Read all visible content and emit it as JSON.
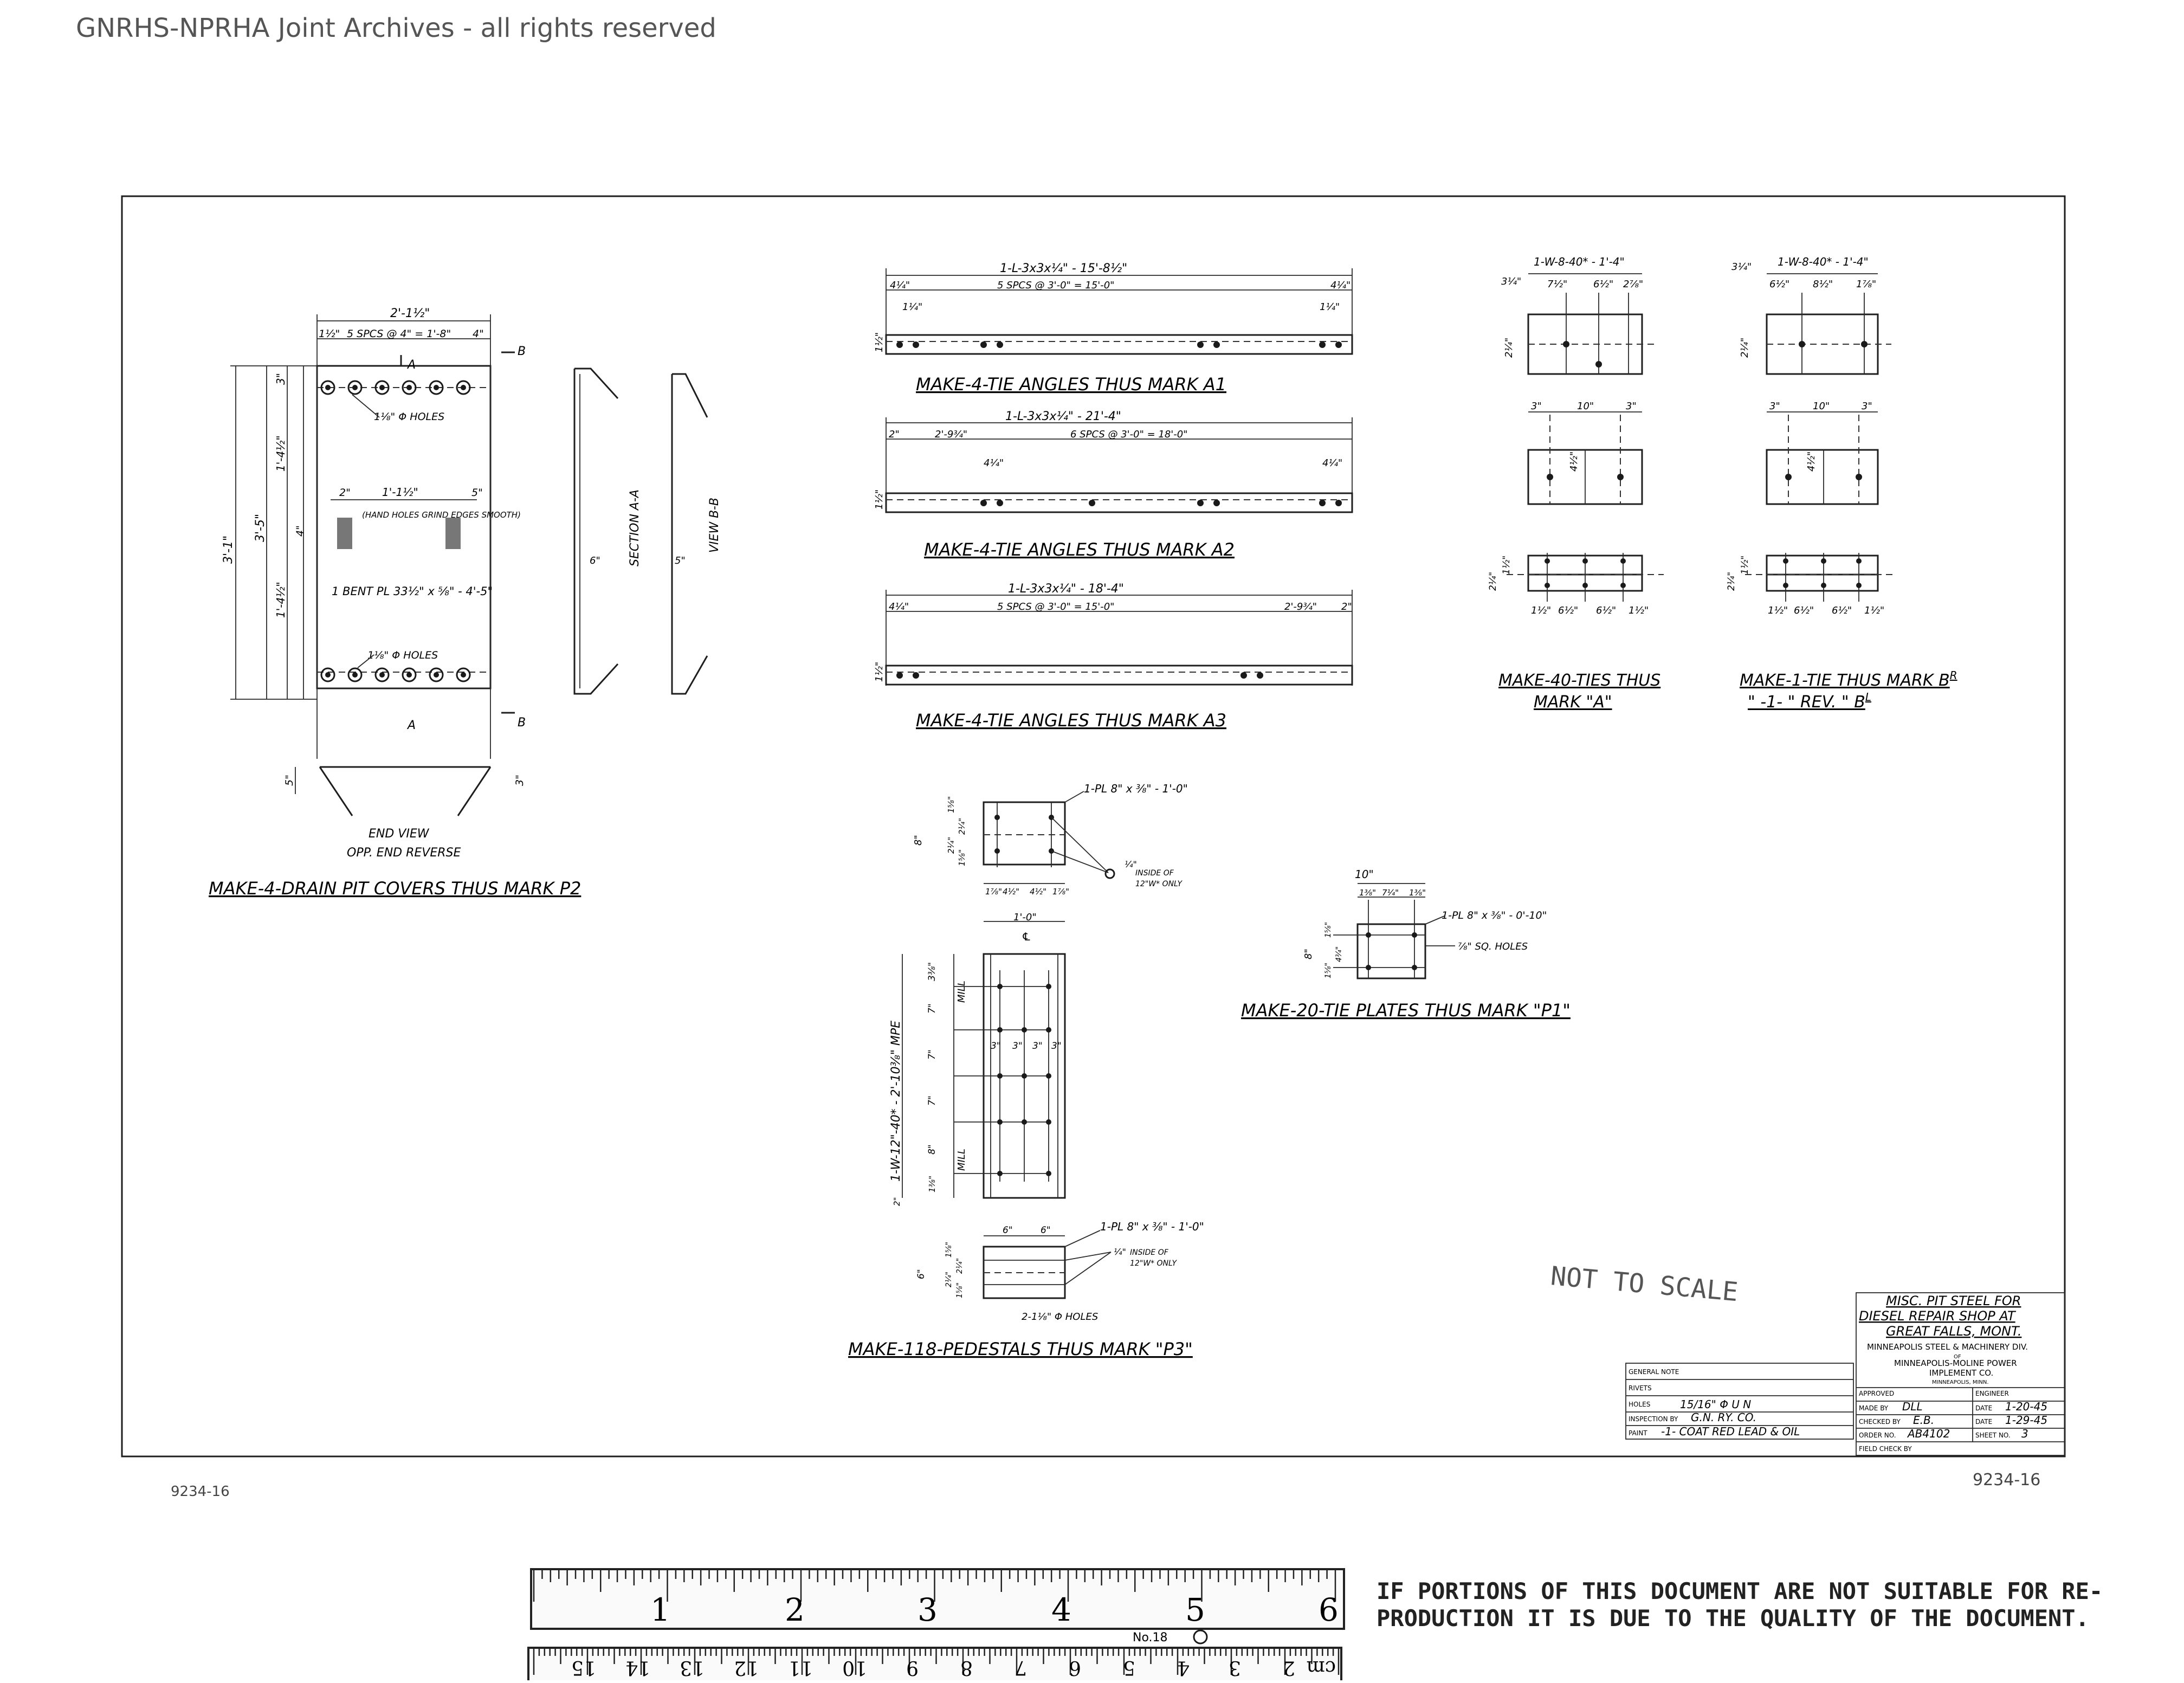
{
  "header": {
    "watermark": "GNRHS-NPRHA Joint Archives - all rights reserved"
  },
  "drawing_number_left": "9234-16",
  "drawing_number_right": "9234-16",
  "stamp": "NOT TO SCALE",
  "reproduction_notice": {
    "line1": "IF PORTIONS OF THIS DOCUMENT ARE NOT SUITABLE FOR RE-",
    "line2": "PRODUCTION IT IS DUE TO THE QUALITY OF THE DOCUMENT."
  },
  "ruler": {
    "inch_labels": [
      "1",
      "2",
      "3",
      "4",
      "5",
      "6"
    ],
    "cm_labels": [
      "cm",
      "2",
      "3",
      "4",
      "5",
      "6",
      "7",
      "8",
      "9",
      "10",
      "11",
      "12",
      "13",
      "14",
      "15"
    ],
    "maker_label": "No.18"
  },
  "drain_pit": {
    "caption": "MAKE-4-DRAIN PIT COVERS THUS MARK P2",
    "overall_width": "2'-1½\"",
    "top_spacing": "5 SPCS @ 4\" = 1'-8\"",
    "dim_left_top": "1½\"",
    "dim_right_top": "4\"",
    "overall_height": "3'-1\"",
    "height_mid": "3'-5\"",
    "dim_1_4_top": "1'-4½\"",
    "dim_1_4_bottom": "1'-4½\"",
    "dim_3": "3\"",
    "dim_mid_width": "1'-1½\"",
    "dim_2": "2\"",
    "dim_5": "5\"",
    "dim_4": "4\"",
    "hand_holes_note": "(HAND HOLES GRIND EDGES SMOOTH)",
    "plate_note": "1 BENT PL 33½\" x ⅝\" - 4'-5\"",
    "holes_note_top": "1⅛\" Φ HOLES",
    "holes_note_bottom": "1⅛\" Φ HOLES",
    "section_mark_a": "A",
    "section_mark_b": "B",
    "section_aa": "SECTION A-A",
    "view_bb": "VIEW B-B",
    "end_view": "END VIEW",
    "end_view_note": "OPP. END REVERSE",
    "dim_6": "6\"",
    "dim_end_5": "5\"",
    "dim_end_3": "3\""
  },
  "tie_a1": {
    "caption": "MAKE-4-TIE ANGLES THUS MARK A1",
    "member": "1-L-3x3x¼\" - 15'-8½\"",
    "spacing": "5 SPCS @ 3'-0\" = 15'-0\"",
    "dim_end": "4¼\"",
    "dim_gauge": "1¼\"",
    "dim_leg": "1½\""
  },
  "tie_a2": {
    "caption": "MAKE-4-TIE ANGLES THUS MARK A2",
    "member": "1-L-3x3x¼\" - 21'-4\"",
    "spacing": "6 SPCS @ 3'-0\" = 18'-0\"",
    "dim_left": "2\"",
    "dim_left2": "2'-9¾\"",
    "dim_end": "4¼\"",
    "dim_leg": "1½\""
  },
  "tie_a3": {
    "caption": "MAKE-4-TIE ANGLES THUS MARK A3",
    "member": "1-L-3x3x¼\" - 18'-4\"",
    "spacing": "5 SPCS @ 3'-0\" = 15'-0\"",
    "dim_left": "4¼\"",
    "dim_right": "2'-9¾\"",
    "dim_right2": "2\"",
    "dim_leg": "1½\""
  },
  "tie_a": {
    "caption_line1": "MAKE-40-TIES THUS",
    "caption_line2": "MARK \"A\"",
    "member": "1-W-8-40* - 1'-4\"",
    "dims_top": [
      "7½\"",
      "6½\"",
      "2⅞\""
    ],
    "dim_side": "3¼\"",
    "dim_web": "2¼\"",
    "dims_plan": [
      "3\"",
      "10\"",
      "3\""
    ],
    "dim_plan_side": "4½\"",
    "dims_bottom": [
      "1½\"",
      "6½\"",
      "6½\"",
      "1½\""
    ],
    "dims_flange": [
      "2¼\"",
      "1½\""
    ]
  },
  "tie_b": {
    "caption_line1": "MAKE-1-TIE THUS MARK B",
    "caption_sup1": "R",
    "caption_line2": "\" -1- \" REV. \" B",
    "caption_sup2": "L",
    "member": "1-W-8-40* - 1'-4\"",
    "dim_side": "3¼\"",
    "dims_top": [
      "6½\"",
      "8½\"",
      "1⅞\""
    ],
    "dim_web": "2¼\"",
    "dims_plan": [
      "3\"",
      "10\"",
      "3\""
    ],
    "dim_plan_side": "4½\"",
    "dims_bottom": [
      "1½\"",
      "6½\"",
      "6½\"",
      "1½\""
    ],
    "dims_flange": [
      "2¼\"",
      "1½\""
    ]
  },
  "pedestal": {
    "caption": "MAKE-118-PEDESTALS THUS MARK \"P3\"",
    "top_plate": "1-PL 8\" x ⅜\" - 1'-0\"",
    "top_note1": "¼\"",
    "top_note2": "INSIDE OF",
    "top_note3": "12\"W* ONLY",
    "dim_8": "8\"",
    "dims_side_top": [
      "1⅝\"",
      "2¼\"",
      "2¼\"",
      "1⅝\""
    ],
    "dims_top_row": [
      "1⅞\"",
      "4½\"",
      "4½\"",
      "1⅞\""
    ],
    "dim_1_0": "1'-0\"",
    "mark_c": "℄",
    "column_member": "1-W-12\"-40* - 2'-10⅜\" MPE",
    "mill_top": "MILL",
    "mill_bottom": "MILL",
    "dims_col_side": [
      "3⅜\"",
      "7\"",
      "7\"",
      "7\"",
      "8\"",
      "1⅜\"",
      "2\""
    ],
    "dims_col_width": [
      "3\"",
      "3\"",
      "3\"",
      "3\""
    ],
    "bottom_plate": "1-PL 8\" x ⅜\" - 1'-0\"",
    "bottom_dims_top": [
      "6\"",
      "6\""
    ],
    "dims_side_bottom": [
      "1⅝\"",
      "2¼\"",
      "2¼\"",
      "1⅝\""
    ],
    "dim_bottom_6": "6\"",
    "bottom_note1": "¼\"",
    "bottom_note2": "INSIDE OF",
    "bottom_note3": "12\"W* ONLY",
    "holes": "2-1⅛\" Φ HOLES"
  },
  "tie_plate": {
    "caption": "MAKE-20-TIE PLATES THUS MARK \"P1\"",
    "width": "10\"",
    "dims_top": [
      "1⅜\"",
      "7¼\"",
      "1⅜\""
    ],
    "member": "1-PL 8\" x ⅜\" - 0'-10\"",
    "holes": "⅞\" SQ. HOLES",
    "dim_8": "8\"",
    "dims_side": [
      "1⅝\"",
      "4¾\"",
      "1⅝\""
    ]
  },
  "title_block": {
    "title1": "MISC. PIT STEEL FOR",
    "title2": "DIESEL REPAIR SHOP AT",
    "title3": "GREAT FALLS, MONT.",
    "company1": "MINNEAPOLIS STEEL & MACHINERY DIV.",
    "company_of": "OF",
    "company2": "MINNEAPOLIS-MOLINE POWER",
    "company3": "IMPLEMENT CO.",
    "company4": "MINNEAPOLIS, MINN.",
    "general_note": "GENERAL NOTE",
    "rivets_label": "RIVETS",
    "holes_label": "HOLES",
    "holes_value": "15/16\" Φ U N",
    "inspection_label": "INSPECTION BY",
    "inspection_value": "G.N. RY. CO.",
    "paint_label": "PAINT",
    "paint_value": "-1- COAT RED LEAD & OIL",
    "approved_label": "APPROVED",
    "engineer_label": "ENGINEER",
    "made_by_label": "MADE BY",
    "made_by_value": "DLL",
    "date_label1": "DATE",
    "date_value1": "1-20-45",
    "checked_label": "CHECKED BY",
    "checked_value": "E.B.",
    "date_label2": "DATE",
    "date_value2": "1-29-45",
    "order_label": "ORDER NO.",
    "order_value": "AB4102",
    "sheet_label": "SHEET NO.",
    "sheet_value": "3",
    "field_check_label": "FIELD CHECK BY"
  },
  "colors": {
    "paper": "#ffffff",
    "ink": "#1e1e1e",
    "watermark": "#555555",
    "ruler_paper": "#fafafa"
  }
}
